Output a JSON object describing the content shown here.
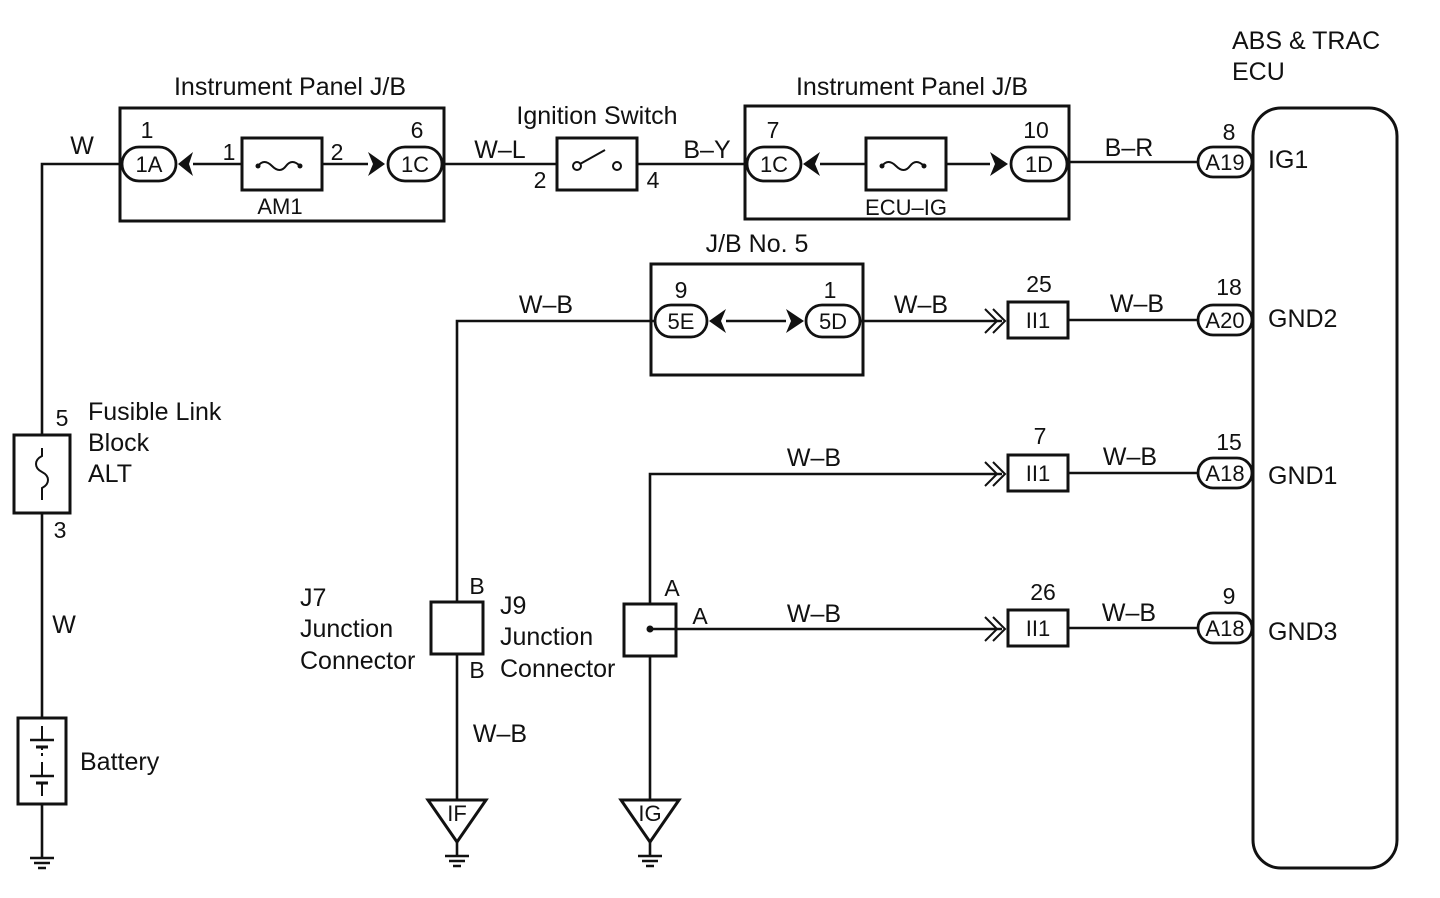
{
  "ecu": {
    "title_line1": "ABS & TRAC",
    "title_line2": "ECU"
  },
  "ecu_terminals": {
    "ig1": {
      "pin": "8",
      "connector": "A19",
      "name": "IG1"
    },
    "gnd2": {
      "pin": "18",
      "connector": "A20",
      "name": "GND2"
    },
    "gnd1": {
      "pin": "15",
      "connector": "A18",
      "name": "GND1"
    },
    "gnd3": {
      "pin": "9",
      "connector": "A18",
      "name": "GND3"
    }
  },
  "jb_left": {
    "title": "Instrument Panel J/B",
    "pin_left": "1",
    "conn_left": "1A",
    "fuse_pin_left": "1",
    "fuse_pin_right": "2",
    "pin_right": "6",
    "conn_right": "1C",
    "fuse_name": "AM1"
  },
  "ignition_switch": {
    "title": "Ignition Switch",
    "pin_left": "2",
    "pin_right": "4"
  },
  "jb_right": {
    "title": "Instrument Panel J/B",
    "pin_left": "7",
    "conn_left": "1C",
    "pin_right": "10",
    "conn_right": "1D",
    "fuse_name": "ECU–IG"
  },
  "jb5": {
    "title": "J/B No. 5",
    "pin_left": "9",
    "conn_left": "5E",
    "pin_right": "1",
    "conn_right": "5D"
  },
  "ii1": {
    "top": {
      "pin": "25",
      "connector": "II1"
    },
    "mid": {
      "pin": "7",
      "connector": "II1"
    },
    "bot": {
      "pin": "26",
      "connector": "II1"
    }
  },
  "fusible_link": {
    "pin_top": "5",
    "pin_bottom": "3",
    "line1": "Fusible Link",
    "line2": "Block",
    "line3": "ALT"
  },
  "battery": {
    "label": "Battery"
  },
  "j7": {
    "line1": "J7",
    "line2": "Junction",
    "line3": "Connector",
    "pin_top": "B",
    "pin_bottom": "B"
  },
  "j9": {
    "line1": "J9",
    "line2": "Junction",
    "line3": "Connector",
    "pin_top": "A",
    "pin_right": "A"
  },
  "grounds": {
    "left": "IF",
    "right": "IG"
  },
  "wires": {
    "w_top": "W",
    "w_lower": "W",
    "wl": "W–L",
    "by": "B–Y",
    "br": "B–R",
    "wb_jb5_in": "W–B",
    "wb_jb5_out": "W–B",
    "wb_ii1_top": "W–B",
    "wb_mid_in": "W–B",
    "wb_mid_out": "W–B",
    "wb_bot_in": "W–B",
    "wb_bot_out": "W–B",
    "wb_j7_down": "W–B"
  }
}
